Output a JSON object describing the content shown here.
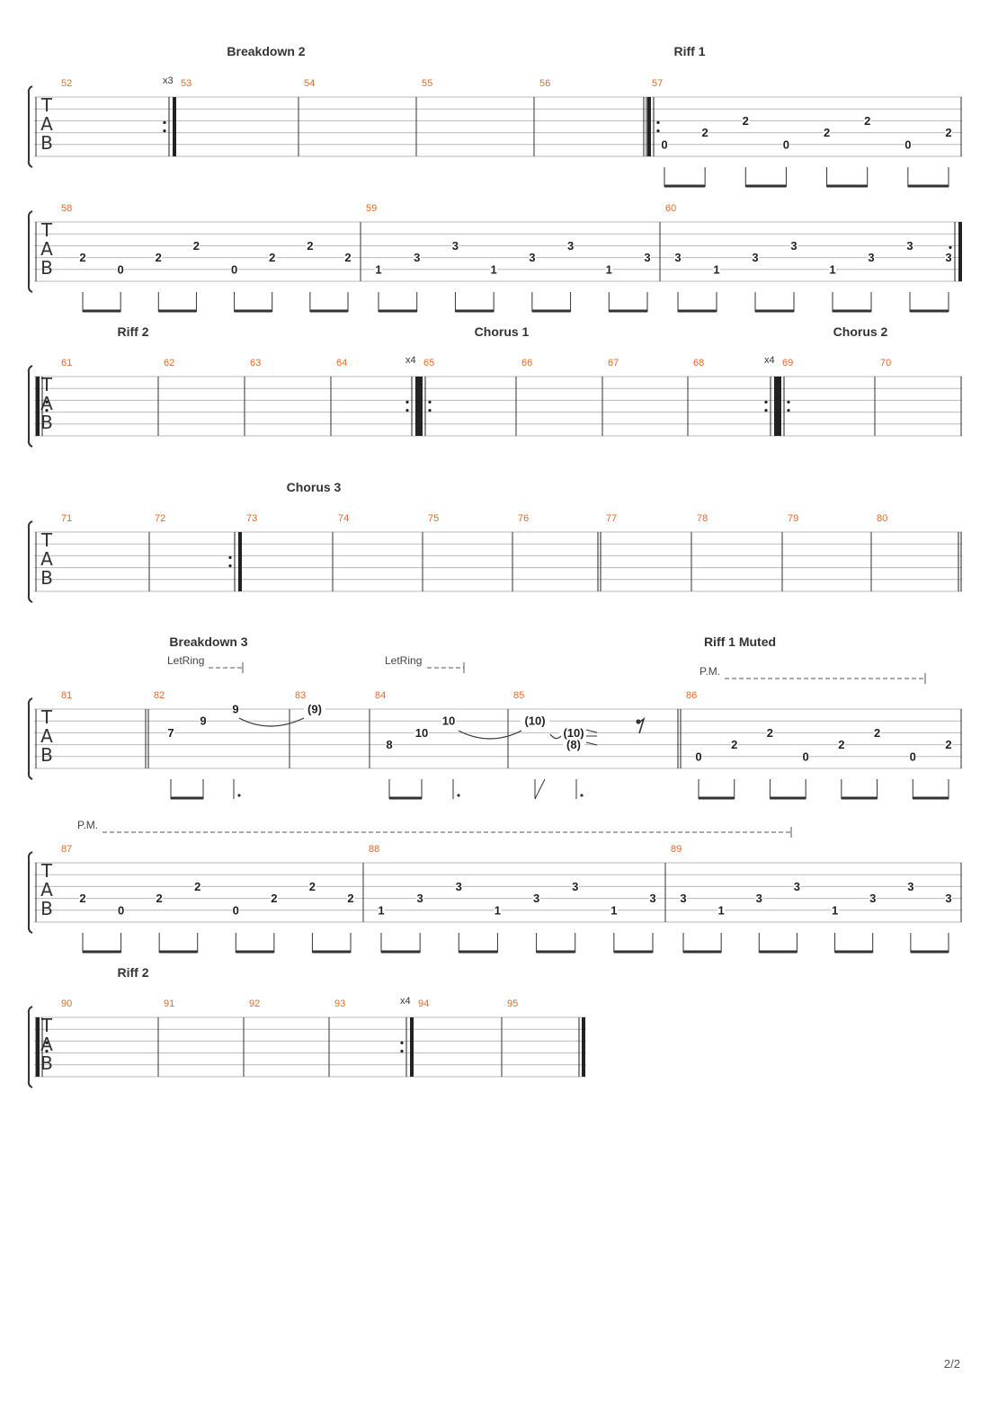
{
  "page": {
    "number": "2/2"
  },
  "clef_letters": [
    "T",
    "A",
    "B"
  ],
  "effect_labels": {
    "let_ring": "LetRing",
    "palm_mute": "P.M."
  },
  "systems": [
    {
      "sections": [
        {
          "label": "Breakdown 2",
          "bar": "53"
        },
        {
          "label": "Riff 1",
          "bar": "57"
        }
      ],
      "bars": [
        {
          "number": "52",
          "frets": [],
          "end_repeat": true,
          "repeat_count": "x3"
        },
        {
          "number": "53",
          "frets": []
        },
        {
          "number": "54",
          "frets": []
        },
        {
          "number": "55",
          "frets": []
        },
        {
          "number": "56",
          "frets": [],
          "end_double": true
        },
        {
          "number": "57",
          "start_repeat": true,
          "frets": [
            {
              "fret": "0",
              "string": 5
            },
            {
              "fret": "2",
              "string": 4
            },
            {
              "fret": "2",
              "string": 3
            },
            {
              "fret": "0",
              "string": 5
            },
            {
              "fret": "2",
              "string": 4
            },
            {
              "fret": "2",
              "string": 3
            },
            {
              "fret": "0",
              "string": 5
            },
            {
              "fret": "2",
              "string": 4
            }
          ]
        }
      ]
    },
    {
      "sections": [],
      "bars": [
        {
          "number": "58",
          "frets": [
            {
              "fret": "2",
              "string": 4
            },
            {
              "fret": "0",
              "string": 5
            },
            {
              "fret": "2",
              "string": 4
            },
            {
              "fret": "2",
              "string": 3
            },
            {
              "fret": "0",
              "string": 5
            },
            {
              "fret": "2",
              "string": 4
            },
            {
              "fret": "2",
              "string": 3
            },
            {
              "fret": "2",
              "string": 4
            }
          ]
        },
        {
          "number": "59",
          "frets": [
            {
              "fret": "1",
              "string": 5
            },
            {
              "fret": "3",
              "string": 4
            },
            {
              "fret": "3",
              "string": 3
            },
            {
              "fret": "1",
              "string": 5
            },
            {
              "fret": "3",
              "string": 4
            },
            {
              "fret": "3",
              "string": 3
            },
            {
              "fret": "1",
              "string": 5
            },
            {
              "fret": "3",
              "string": 4
            }
          ]
        },
        {
          "number": "60",
          "end_repeat": true,
          "frets": [
            {
              "fret": "3",
              "string": 4
            },
            {
              "fret": "1",
              "string": 5
            },
            {
              "fret": "3",
              "string": 4
            },
            {
              "fret": "3",
              "string": 3
            },
            {
              "fret": "1",
              "string": 5
            },
            {
              "fret": "3",
              "string": 4
            },
            {
              "fret": "3",
              "string": 3
            },
            {
              "fret": "3",
              "string": 4
            }
          ]
        }
      ]
    },
    {
      "sections": [
        {
          "label": "Riff 2",
          "bar": "61"
        },
        {
          "label": "Chorus 1",
          "bar": "65"
        },
        {
          "label": "Chorus 2",
          "bar": "69"
        }
      ],
      "bars": [
        {
          "number": "61",
          "start_repeat": true,
          "frets": []
        },
        {
          "number": "62",
          "frets": []
        },
        {
          "number": "63",
          "frets": []
        },
        {
          "number": "64",
          "frets": [],
          "end_repeat": true,
          "repeat_count": "x4"
        },
        {
          "number": "65",
          "start_repeat": true,
          "frets": []
        },
        {
          "number": "66",
          "frets": []
        },
        {
          "number": "67",
          "frets": []
        },
        {
          "number": "68",
          "frets": [],
          "end_repeat": true,
          "repeat_count": "x4"
        },
        {
          "number": "69",
          "start_repeat": true,
          "frets": []
        },
        {
          "number": "70",
          "frets": []
        }
      ]
    },
    {
      "sections": [
        {
          "label": "Chorus 3",
          "bar": "73"
        }
      ],
      "bars": [
        {
          "number": "71",
          "frets": []
        },
        {
          "number": "72",
          "frets": [],
          "end_repeat": true
        },
        {
          "number": "73",
          "frets": []
        },
        {
          "number": "74",
          "frets": []
        },
        {
          "number": "75",
          "frets": []
        },
        {
          "number": "76",
          "frets": [],
          "end_double": true
        },
        {
          "number": "77",
          "frets": []
        },
        {
          "number": "78",
          "frets": []
        },
        {
          "number": "79",
          "frets": []
        },
        {
          "number": "80",
          "frets": [],
          "end_double": true
        }
      ]
    },
    {
      "sections": [
        {
          "label": "Breakdown 3",
          "bar": "82"
        },
        {
          "label": "Riff 1 Muted",
          "bar": "86"
        }
      ],
      "bars": [
        {
          "number": "81",
          "frets": [],
          "end_double": true
        },
        {
          "number": "82",
          "frets": [
            {
              "fret": "7",
              "string": 3
            },
            {
              "fret": "9",
              "string": 2
            },
            {
              "fret": "9",
              "string": 1
            }
          ]
        },
        {
          "number": "83",
          "frets": [
            {
              "fret": "(9)",
              "string": 1
            }
          ]
        },
        {
          "number": "84",
          "frets": [
            {
              "fret": "8",
              "string": 4
            },
            {
              "fret": "10",
              "string": 3
            },
            {
              "fret": "10",
              "string": 2
            }
          ]
        },
        {
          "number": "85",
          "end_double": true,
          "frets": [
            {
              "fret": "(10)",
              "string": 2
            },
            {
              "fret": "(10)",
              "string": 3
            },
            {
              "fret": "(8)",
              "string": 4
            }
          ]
        },
        {
          "number": "86",
          "frets": [
            {
              "fret": "0",
              "string": 5
            },
            {
              "fret": "2",
              "string": 4
            },
            {
              "fret": "2",
              "string": 3
            },
            {
              "fret": "0",
              "string": 5
            },
            {
              "fret": "2",
              "string": 4
            },
            {
              "fret": "2",
              "string": 3
            },
            {
              "fret": "0",
              "string": 5
            },
            {
              "fret": "2",
              "string": 4
            }
          ]
        }
      ]
    },
    {
      "sections": [],
      "bars": [
        {
          "number": "87",
          "frets": [
            {
              "fret": "2",
              "string": 4
            },
            {
              "fret": "0",
              "string": 5
            },
            {
              "fret": "2",
              "string": 4
            },
            {
              "fret": "2",
              "string": 3
            },
            {
              "fret": "0",
              "string": 5
            },
            {
              "fret": "2",
              "string": 4
            },
            {
              "fret": "2",
              "string": 3
            },
            {
              "fret": "2",
              "string": 4
            }
          ]
        },
        {
          "number": "88",
          "frets": [
            {
              "fret": "1",
              "string": 5
            },
            {
              "fret": "3",
              "string": 4
            },
            {
              "fret": "3",
              "string": 3
            },
            {
              "fret": "1",
              "string": 5
            },
            {
              "fret": "3",
              "string": 4
            },
            {
              "fret": "3",
              "string": 3
            },
            {
              "fret": "1",
              "string": 5
            },
            {
              "fret": "3",
              "string": 4
            }
          ]
        },
        {
          "number": "89",
          "frets": [
            {
              "fret": "3",
              "string": 4
            },
            {
              "fret": "1",
              "string": 5
            },
            {
              "fret": "3",
              "string": 4
            },
            {
              "fret": "3",
              "string": 3
            },
            {
              "fret": "1",
              "string": 5
            },
            {
              "fret": "3",
              "string": 4
            },
            {
              "fret": "3",
              "string": 3
            },
            {
              "fret": "3",
              "string": 4
            }
          ]
        }
      ]
    },
    {
      "sections": [
        {
          "label": "Riff 2",
          "bar": "90"
        }
      ],
      "bars": [
        {
          "number": "90",
          "start_repeat": true,
          "frets": []
        },
        {
          "number": "91",
          "frets": []
        },
        {
          "number": "92",
          "frets": []
        },
        {
          "number": "93",
          "frets": [],
          "end_repeat": true,
          "repeat_count": "x4"
        },
        {
          "number": "94",
          "frets": []
        },
        {
          "number": "95",
          "frets": [],
          "final": true
        }
      ]
    }
  ]
}
